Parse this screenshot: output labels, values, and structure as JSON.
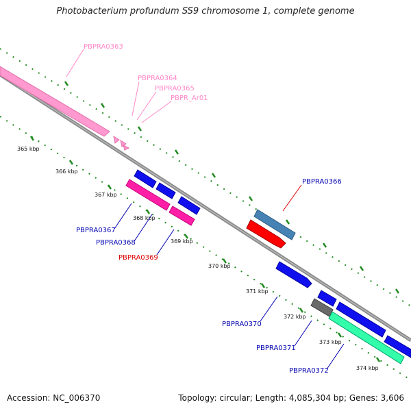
{
  "title": "Photobacterium profundum SS9 chromosome 1, complete genome",
  "footer": {
    "accession": "Accession: NC_006370",
    "topology": "Topology: circular; Length: 4,085,304 bp; Genes: 3,606"
  },
  "ticks": [
    "365 kbp",
    "366 kbp",
    "367 kbp",
    "368 kbp",
    "369 kbp",
    "370 kbp",
    "371 kbp",
    "372 kbp",
    "373 kbp",
    "374 kbp"
  ],
  "genes": [
    {
      "label": "PBPRA0363",
      "color": "#ff88c8"
    },
    {
      "label": "PBPRA0364",
      "color": "#ff88c8"
    },
    {
      "label": "PBPRA0365",
      "color": "#ff88c8"
    },
    {
      "label": "PBPR_Ar01",
      "color": "#ff88c8"
    },
    {
      "label": "PBPRA0366",
      "color": "#0000b0"
    },
    {
      "label": "PBPRA0367",
      "color": "#0000b0"
    },
    {
      "label": "PBPRA0368",
      "color": "#0000b0"
    },
    {
      "label": "PBPRA0369",
      "color": "#dd0000"
    },
    {
      "label": "PBPRA0370",
      "color": "#0000b0"
    },
    {
      "label": "PBPRA0371",
      "color": "#0000b0"
    },
    {
      "label": "PBPRA0372",
      "color": "#0000b0"
    }
  ],
  "colors": {
    "backbone": "#808080",
    "tick_marks": "#228b22",
    "pink_gene": "#ff88c8",
    "magenta_gene": "#ff1fa6",
    "blue_gene": "#1010ee",
    "steel_gene": "#4682b4",
    "red_gene": "#ff0000",
    "gray_gene": "#666666",
    "green_gene": "#33ffaa"
  }
}
